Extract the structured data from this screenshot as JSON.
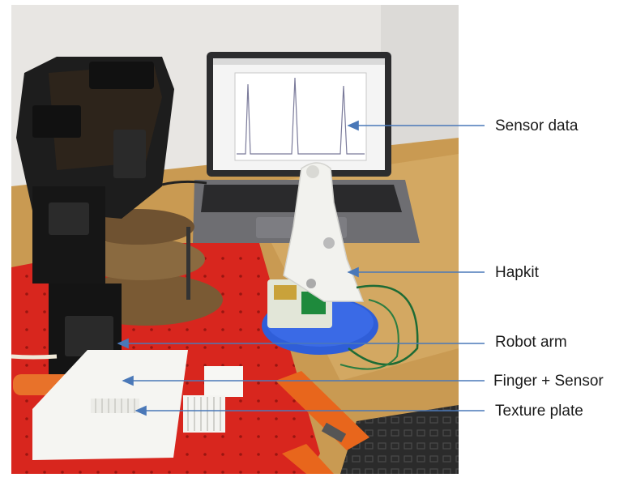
{
  "annotations": {
    "sensor_data": "Sensor data",
    "hapkit": "Hapkit",
    "robot_arm": "Robot arm",
    "finger_sensor": "Finger + Sensor",
    "texture_plate": "Texture plate"
  },
  "colors": {
    "arrow": "#4a78b8",
    "table_wood": "#c99a52",
    "red_mat": "#d8261e",
    "hapkit_base": "#2f5ed8",
    "clamp_orange": "#e8661c"
  }
}
